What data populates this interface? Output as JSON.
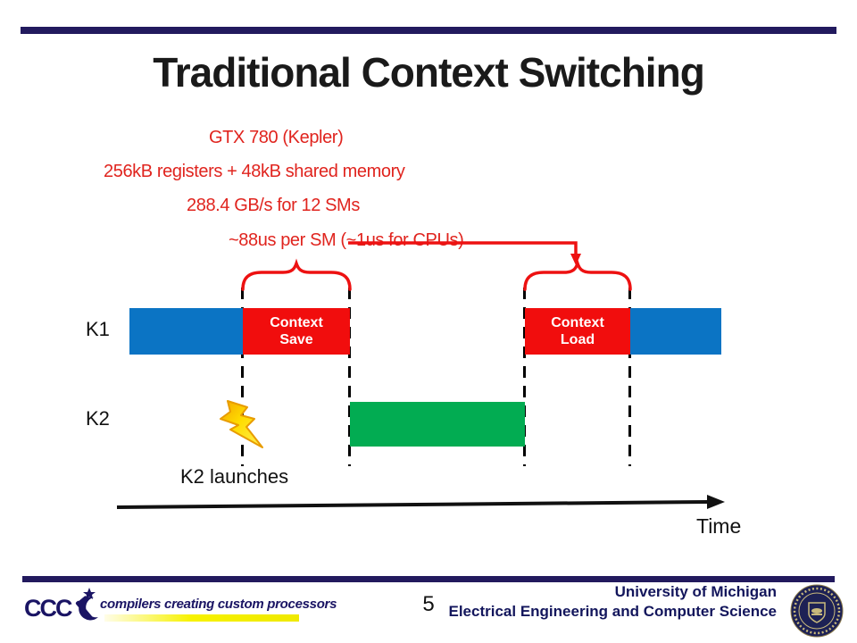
{
  "slide": {
    "title": "Traditional Context Switching",
    "page_number": "5"
  },
  "annotations": {
    "line1": "GTX 780 (Kepler)",
    "line2": "256kB registers + 48kB shared memory",
    "line3": "288.4 GB/s for 12 SMs",
    "line4": "~88us per SM (~1us for CPUs)"
  },
  "timeline": {
    "k1_label": "K1",
    "k2_label": "K2",
    "context_save": {
      "line1": "Context",
      "line2": "Save"
    },
    "context_load": {
      "line1": "Context",
      "line2": "Load"
    },
    "k2_launches_label": "K2 launches",
    "time_label": "Time"
  },
  "footer": {
    "logo_acronym": "CCC",
    "logo_tagline": "compilers creating custom processors",
    "university": "University of Michigan",
    "department": "Electrical Engineering and Computer Science"
  },
  "colors": {
    "accent_navy": "#221A5E",
    "kernel_blue": "#0B74C4",
    "context_red": "#F10D0D",
    "annotation_red": "#E0241E",
    "kernel_green": "#02AC52",
    "bolt_yellow": "#FFDD00",
    "footer_text_navy": "#13165C"
  }
}
